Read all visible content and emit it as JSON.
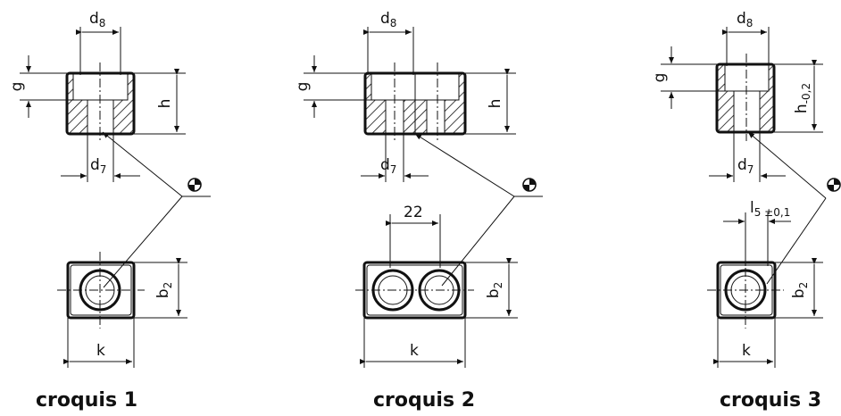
{
  "sketches": [
    {
      "caption": "croquis 1",
      "d8": "d",
      "d8_sub": "8",
      "d7": "d",
      "d7_sub": "7",
      "g": "g",
      "h": "h",
      "b2": "b",
      "b2_sub": "2",
      "k": "k"
    },
    {
      "caption": "croquis 2",
      "d8": "d",
      "d8_sub": "8",
      "d7": "d",
      "d7_sub": "7",
      "g": "g",
      "h": "h",
      "spacing": "22",
      "b2": "b",
      "b2_sub": "2",
      "k": "k"
    },
    {
      "caption": "croquis 3",
      "d8": "d",
      "d8_sub": "8",
      "d7": "d",
      "d7_sub": "7",
      "g": "g",
      "h": "h",
      "h_sub": "-0,2",
      "l5": "l",
      "l5_sub": "5 ±0,1",
      "b2": "b",
      "b2_sub": "2",
      "k": "k"
    }
  ]
}
